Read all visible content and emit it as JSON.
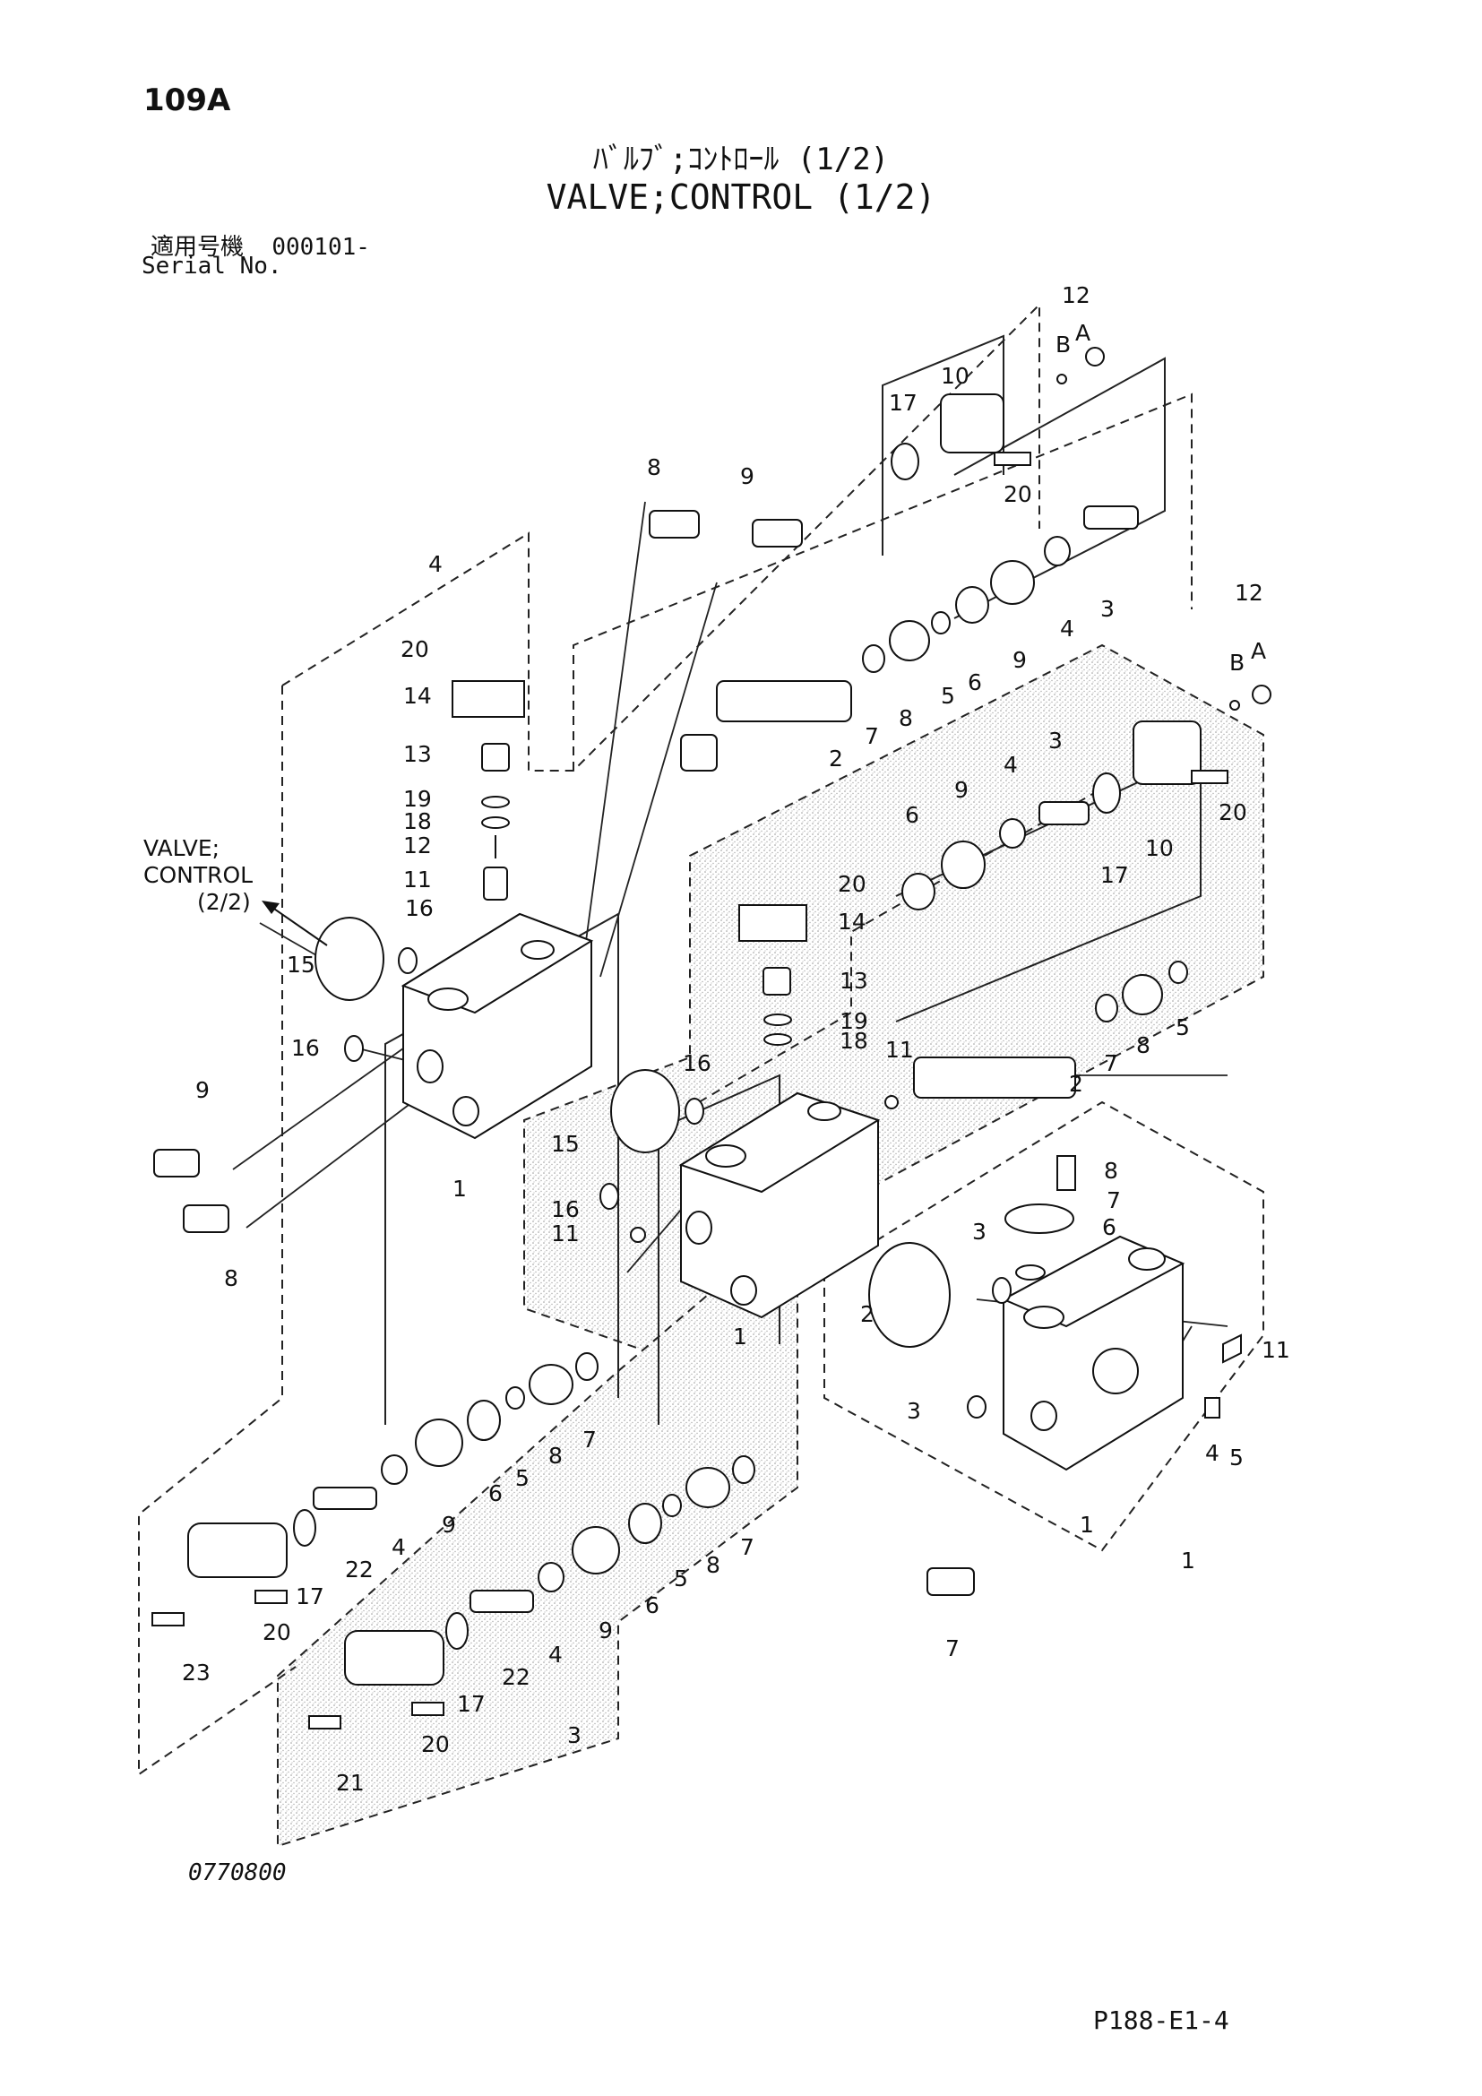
{
  "header": {
    "page_code": "109A",
    "title_jp": "ﾊﾞﾙﾌﾞ;ｺﾝﾄﾛｰﾙ (1/2)",
    "title_en": "VALVE;CONTROL (1/2)",
    "serial_label_jp": "適用号機",
    "serial_range": "000101-",
    "serial_label_en": "Serial No."
  },
  "footer": {
    "drawing_number": "0770800",
    "page_reference": "P188-E1-4"
  },
  "reference_note": {
    "line1": "VALVE;",
    "line2": "CONTROL",
    "line3": "(2/2)"
  },
  "callouts": {
    "c1": "1",
    "c2": "2",
    "c3": "3",
    "c4": "4",
    "c5": "5",
    "c6": "6",
    "c7": "7",
    "c8": "8",
    "c9": "9",
    "c10": "10",
    "c11": "11",
    "c12": "12",
    "c13": "13",
    "c14": "14",
    "c15": "15",
    "c16": "16",
    "c17": "17",
    "c18": "18",
    "c19": "19",
    "c20": "20",
    "c21": "21",
    "c22": "22",
    "c23": "23",
    "cA": "A",
    "cB": "B"
  }
}
